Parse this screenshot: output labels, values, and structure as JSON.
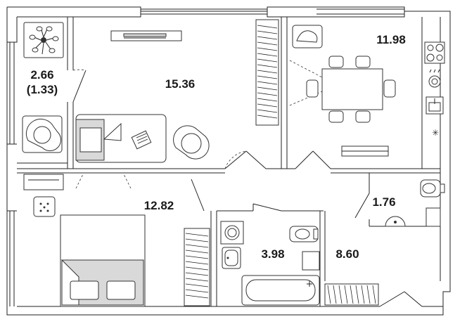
{
  "rooms": {
    "balcony": {
      "area": "2.66",
      "reduced_area": "(1.33)"
    },
    "living": {
      "area": "15.36"
    },
    "kitchen": {
      "area": "11.98"
    },
    "bedroom": {
      "area": "12.82"
    },
    "toilet": {
      "area": "1.76"
    },
    "bathroom": {
      "area": "3.98"
    },
    "hallway": {
      "area": "8.60"
    }
  },
  "colors": {
    "wall": "#222222",
    "furniture_fill": "#d9d9d9",
    "background": "#ffffff"
  }
}
